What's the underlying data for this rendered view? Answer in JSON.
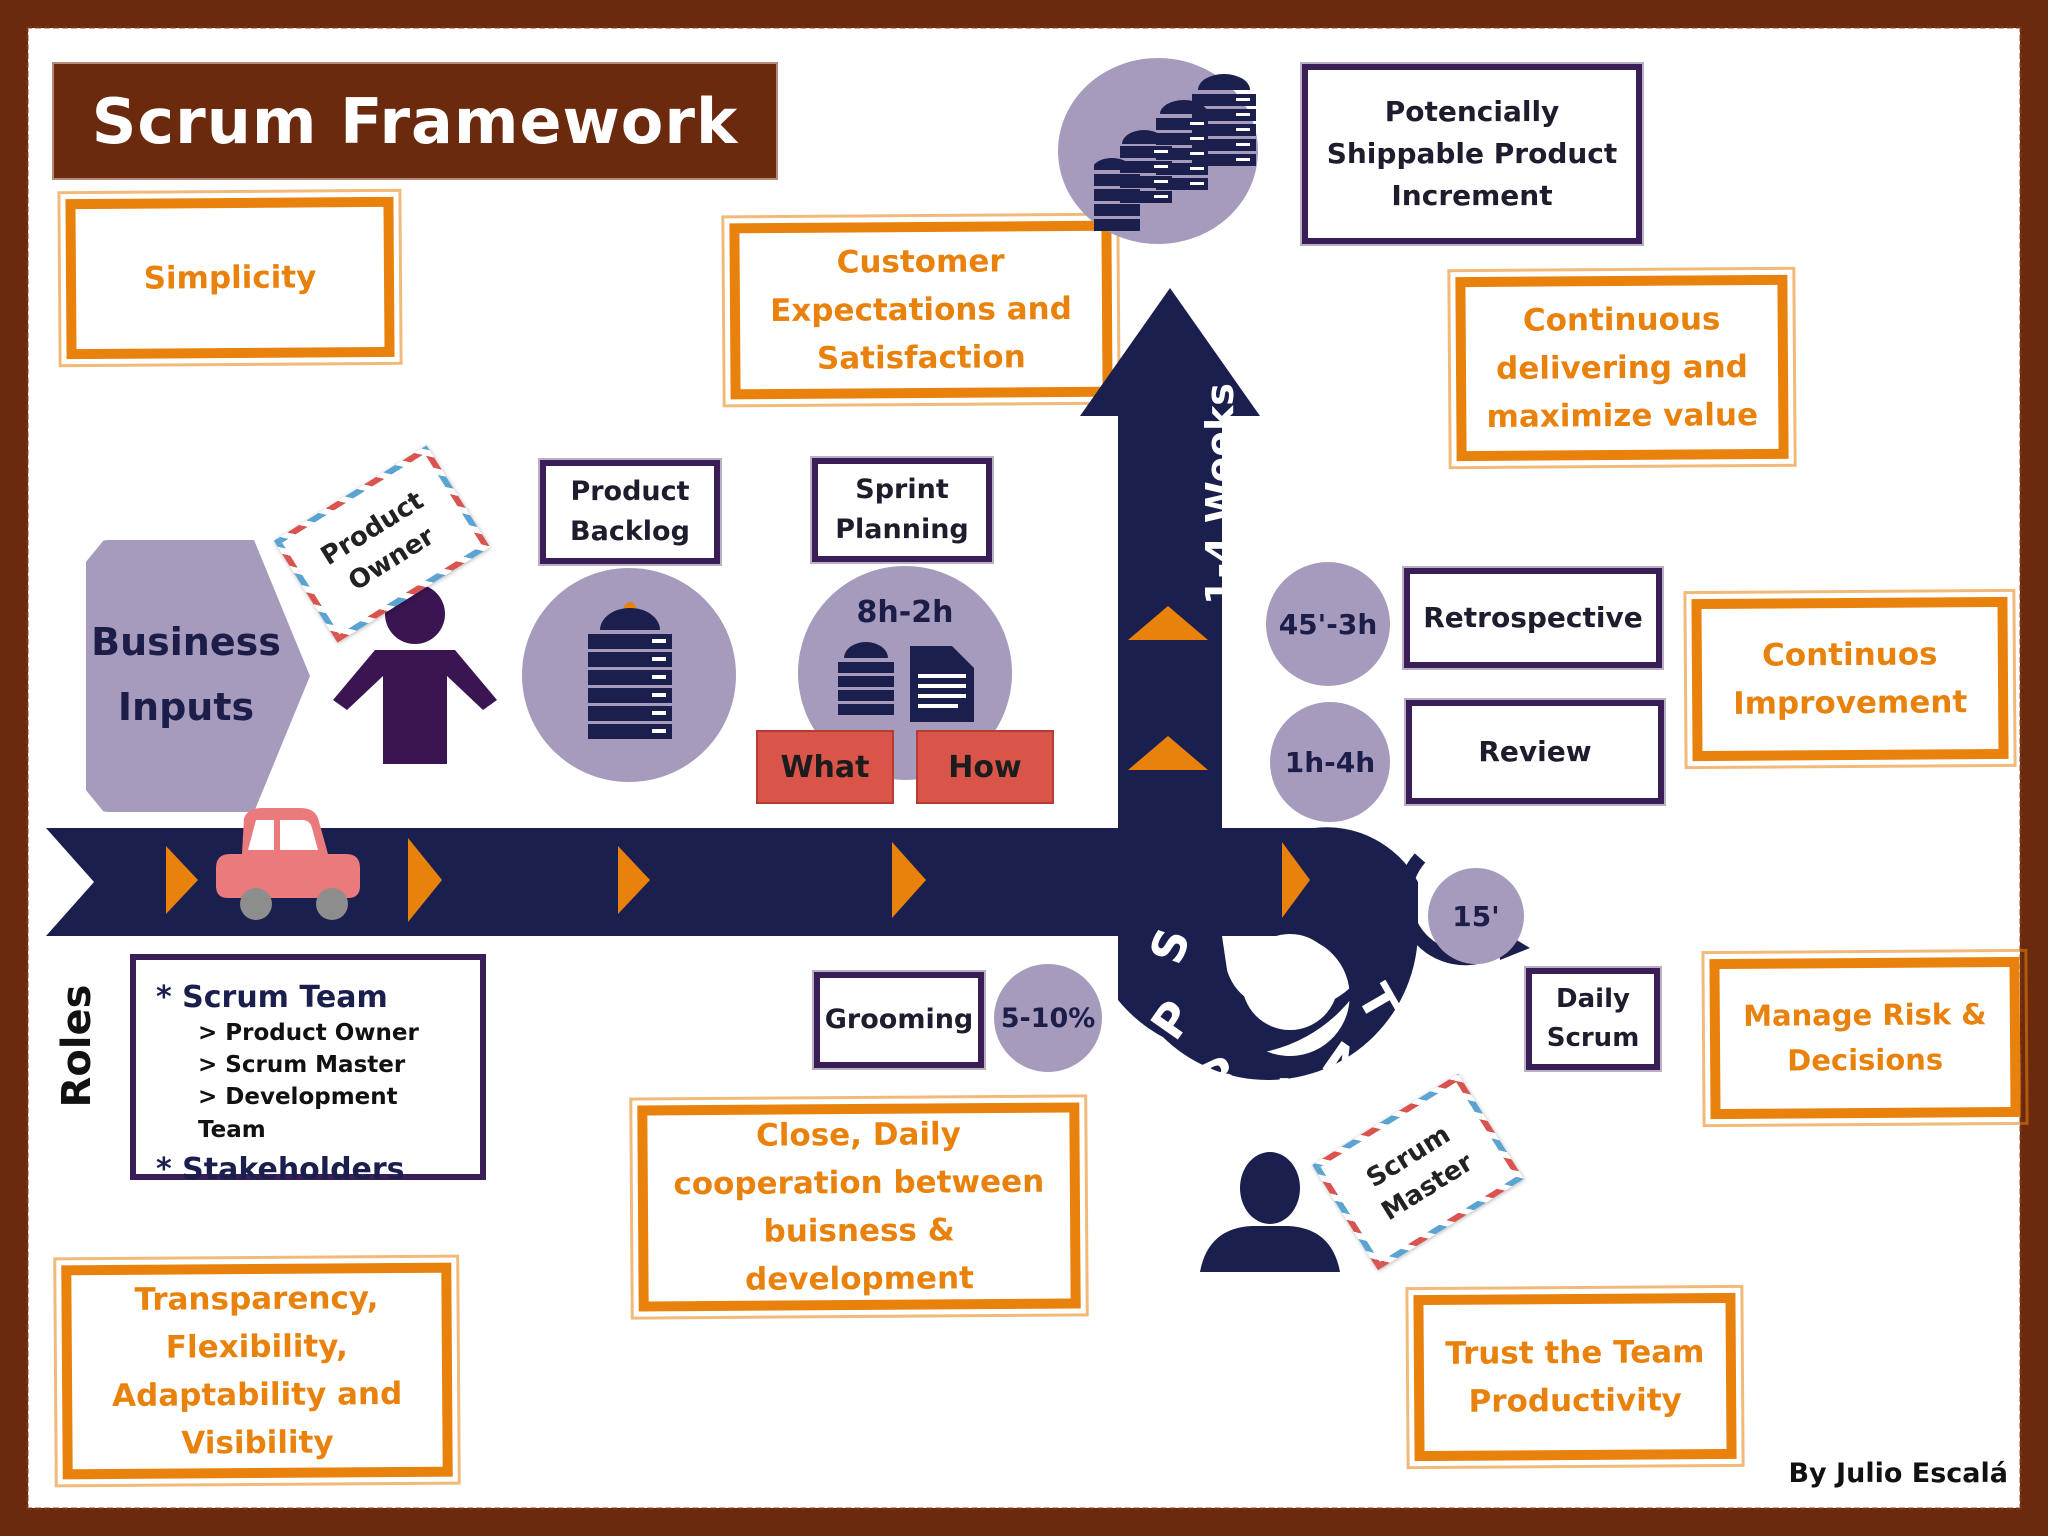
{
  "title": "Scrum Framework",
  "colors": {
    "frame": "#6b2a0d",
    "orange": "#e8820c",
    "navy": "#1b1f4e",
    "lavender": "#a69bbd",
    "purple_border": "#3a1e57",
    "red_label": "#d9554a"
  },
  "values_boxes": {
    "simplicity": "Simplicity",
    "customer": "Customer\nExpectations and\nSatisfaction",
    "continuous_delivering": "Continuous\ndelivering and\nmaximize value",
    "continuous_improvement": "Continuos\nImprovement",
    "manage_risk": "Manage Risk &\nDecisions",
    "cooperation": "Close, Daily\ncooperation between\nbuisness & development",
    "trust": "Trust the Team\nProductivity",
    "transparency": "Transparency,\nFlexibility,\nAdaptability and\nVisibility"
  },
  "business_inputs": "Business\nInputs",
  "product_owner_stamp": "Product\nOwner",
  "product_backlog": "Product\nBacklog",
  "sprint_planning": "Sprint\nPlanning",
  "planning_time": "8h-2h",
  "what_label": "What",
  "how_label": "How",
  "increment": "Potencially\nShippable Product\nIncrement",
  "weeks": "1-4 Weeks",
  "sprint_word": "SPRINT",
  "retro_time": "45'-3h",
  "retrospective": "Retrospective",
  "review_time": "1h-4h",
  "review": "Review",
  "daily_time": "15'",
  "daily_scrum": "Daily\nScrum",
  "grooming": "Grooming",
  "grooming_pct": "5-10%",
  "scrum_master_stamp": "Scrum\nMaster",
  "roles_label": "Roles",
  "roles": {
    "scrum_team": "* Scrum Team",
    "items": [
      "> Product Owner",
      "> Scrum Master",
      "> Development Team"
    ],
    "stakeholders": "* Stakeholders"
  },
  "author": "By Julio Escalá"
}
